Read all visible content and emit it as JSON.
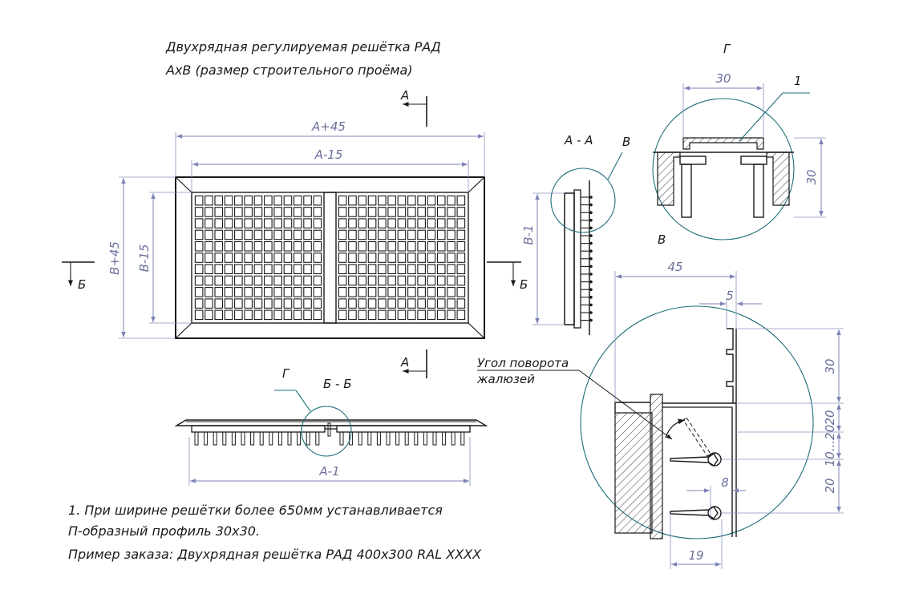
{
  "title": {
    "line1": "Двухрядная регулируемая решётка РАД",
    "line2": "АхВ (размер строительного проёма)"
  },
  "front_view": {
    "dim_outer_width": "А+45",
    "dim_inner_width": "А-15",
    "dim_outer_height": "В+45",
    "dim_inner_height": "В-15",
    "section_a_label": "А",
    "section_b_label": "Б"
  },
  "section_aa": {
    "title": "А - А",
    "dim_height": "В-1",
    "callout": "В"
  },
  "section_bb": {
    "title": "Б - Б",
    "dim_width": "А-1",
    "callout": "Г"
  },
  "detail_g": {
    "title": "Г",
    "dim_top": "30",
    "dim_side": "30",
    "part_number": "1"
  },
  "detail_v": {
    "title": "В",
    "dim_45": "45",
    "dim_5": "5",
    "dim_30": "30",
    "dim_20a": "20",
    "dim_10": "10...20",
    "dim_20b": "20",
    "dim_8": "8",
    "dim_19": "19",
    "angle_label_1": "Угол поворота",
    "angle_label_2": "жалюзей"
  },
  "notes": {
    "note1_line1": "1. При ширине решётки более 650мм устанавливается",
    "note1_line2": "П-образный профиль 30х30.",
    "order_example": "Пример заказа: Двухрядная решётка РАД 400х300 RAL XXXX"
  },
  "colors": {
    "ink": "#1a1a1a",
    "dimension": "#7e83b5",
    "callout": "#1d6f78"
  }
}
